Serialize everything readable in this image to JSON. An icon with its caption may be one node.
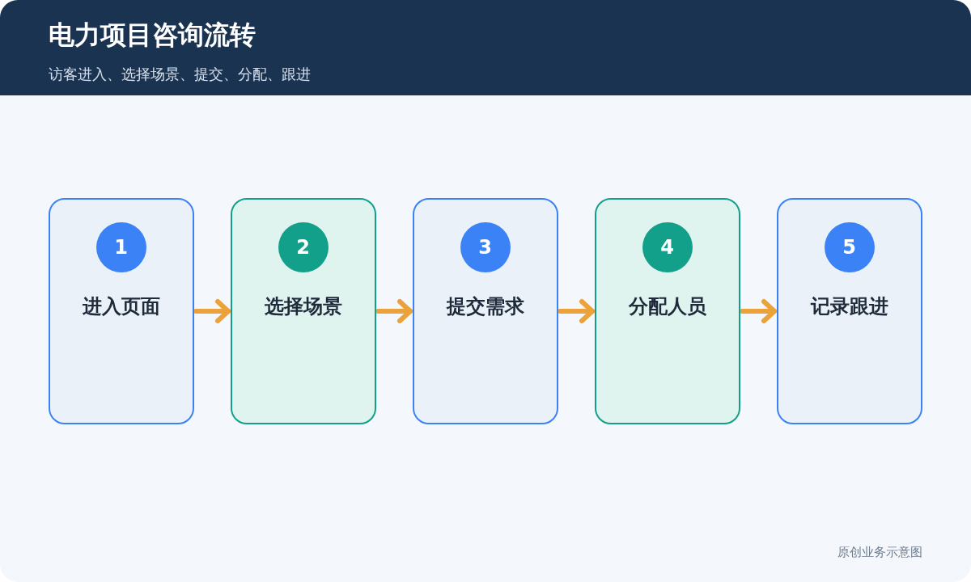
{
  "diagram": {
    "title": "电力项目咨询流转",
    "nodes": [
      {
        "text": [
          "进入页面"
        ]
      },
      {
        "text": [
          "1"
        ],
        "in": 0
      },
      {
        "text": [
          "选择场景"
        ]
      },
      {
        "text": [
          "2"
        ],
        "in": 2
      },
      {
        "text": [
          "提交需求"
        ]
      },
      {
        "text": [
          "3"
        ],
        "in": 4
      },
      {
        "text": [
          "分配人员"
        ]
      },
      {
        "text": [
          "4"
        ],
        "in": 6
      },
      {
        "text": [
          "记录跟进"
        ]
      },
      {
        "text": [
          "5"
        ],
        "in": 8
      }
    ],
    "edges": [
      {
        "from": 0,
        "to": 2,
        "arrow": "to"
      },
      {
        "from": 2,
        "to": 4,
        "arrow": "to"
      },
      {
        "from": 4,
        "to": 6,
        "arrow": "to"
      },
      {
        "from": 6,
        "to": 8,
        "arrow": "to"
      }
    ],
    "labels": [
      "访客进入、选择场景、提交、分配、跟进",
      "原创业务示意图"
    ]
  }
}
